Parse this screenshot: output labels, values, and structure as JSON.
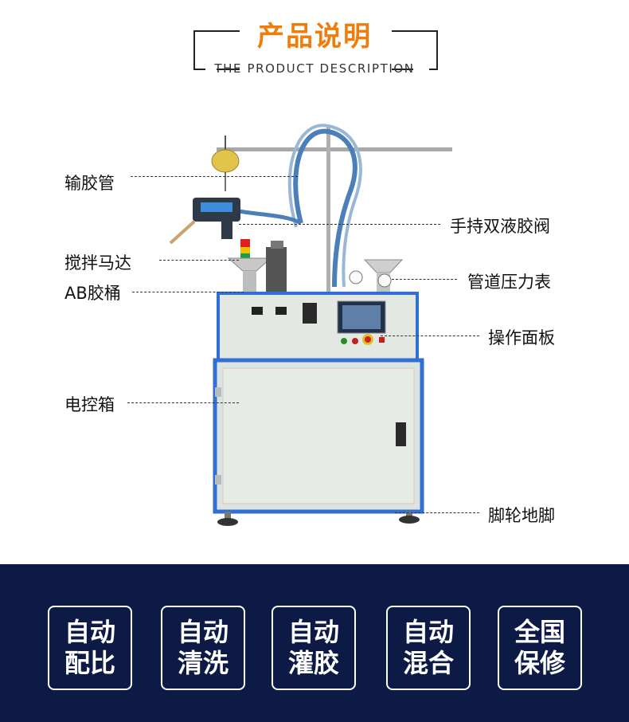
{
  "header": {
    "title": "产品说明",
    "subtitle": "THE PRODUCT DESCRIPTION",
    "title_color": "#f07c0a"
  },
  "callouts": {
    "hose": "输胶管",
    "mixer_motor": "搅拌马达",
    "ab_tank": "AB胶桶",
    "control_box": "电控箱",
    "valve": "手持双液胶阀",
    "pressure_gauge": "管道压力表",
    "panel": "操作面板",
    "feet": "脚轮地脚"
  },
  "features": [
    {
      "line1": "自动",
      "line2": "配比"
    },
    {
      "line1": "自动",
      "line2": "清洗"
    },
    {
      "line1": "自动",
      "line2": "灌胶"
    },
    {
      "line1": "自动",
      "line2": "混合"
    },
    {
      "line1": "全国",
      "line2": "保修"
    }
  ],
  "colors": {
    "banner_bg": "#0c1a45",
    "frame_blue": "#2f6fd6",
    "cabinet": "#e7ebe6"
  }
}
